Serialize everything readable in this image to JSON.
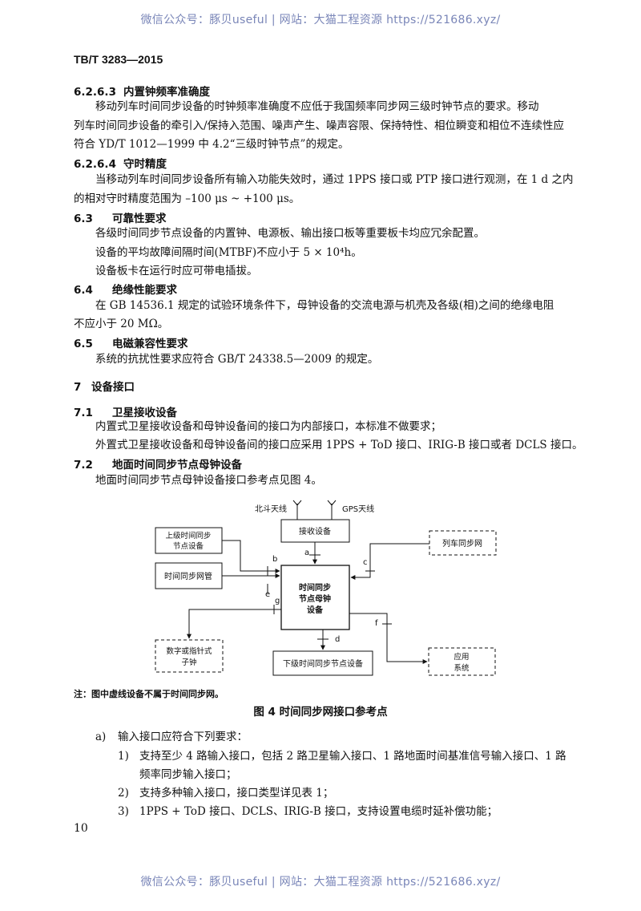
{
  "watermark": {
    "top": "微信公众号：豚贝useful  |  网站：大猫工程资源  https://521686.xyz/",
    "bottom": "微信公众号：豚贝useful  |  网站：大猫工程资源  https://521686.xyz/"
  },
  "header": {
    "standard_code": "TB/T 3283—2015"
  },
  "sections": {
    "s6263": {
      "num": "6.2.6.3",
      "title": "内置钟频率准确度",
      "lines": [
        "移动列车时间同步设备的时钟频率准确度不应低于我国频率同步网三级时钟节点的要求。移动",
        "列车时间同步设备的牵引入/保持入范围、噪声产生、噪声容限、保持特性、相位瞬变和相位不连续性应",
        "符合 YD/T 1012—1999 中 4.2“三级时钟节点”的规定。"
      ]
    },
    "s6264": {
      "num": "6.2.6.4",
      "title": "守时精度",
      "lines": [
        "当移动列车时间同步设备所有输入功能失效时，通过 1PPS 接口或 PTP 接口进行观测，在 1 d 之内",
        "的相对守时精度范围为 –100 μs ~ +100 μs。"
      ]
    },
    "s63": {
      "num": "6.3",
      "title": "可靠性要求",
      "lines": [
        "各级时间同步节点设备的内置钟、电源板、输出接口板等重要板卡均应冗余配置。",
        "设备的平均故障间隔时间(MTBF)不应小于 5 × 10⁴h。",
        "设备板卡在运行时应可带电插拔。"
      ]
    },
    "s64": {
      "num": "6.4",
      "title": "绝缘性能要求",
      "lines": [
        "在 GB 14536.1 规定的试验环境条件下，母钟设备的交流电源与机壳及各级(相)之间的绝缘电阻",
        "不应小于 20 MΩ。"
      ]
    },
    "s65": {
      "num": "6.5",
      "title": "电磁兼容性要求",
      "lines": [
        "系统的抗扰性要求应符合 GB/T 24338.5—2009 的规定。"
      ]
    },
    "s7": {
      "num": "7",
      "title": "设备接口"
    },
    "s71": {
      "num": "7.1",
      "title": "卫星接收设备",
      "lines": [
        "内置式卫星接收设备和母钟设备间的接口为内部接口，本标准不做要求；",
        "外置式卫星接收设备和母钟设备间的接口应采用 1PPS + ToD 接口、IRIG-B 接口或者 DCLS 接口。"
      ]
    },
    "s72": {
      "num": "7.2",
      "title": "地面时间同步节点母钟设备",
      "lines": [
        "地面时间同步节点母钟设备接口参考点见图 4。"
      ]
    }
  },
  "figure": {
    "labels": {
      "beidou": "北斗天线",
      "gps": "GPS天线",
      "receiver": "接收设备",
      "upper1": "上级时间同步",
      "upper2": "节点设备",
      "train": "列车同步网",
      "monitor": "时间同步网管",
      "master1": "时间同步",
      "master2": "节点母钟",
      "master3": "设备",
      "clock1": "数字或指针式",
      "clock2": "子钟",
      "lower": "下级时间同步节点设备",
      "app1": "应用",
      "app2": "系统",
      "a": "a",
      "b": "b",
      "c": "c",
      "d": "d",
      "e": "e",
      "f": "f",
      "g": "g"
    },
    "note": "注：图中虚线设备不属于时间同步网。",
    "caption": "图 4    时间同步网接口参考点"
  },
  "list": {
    "a_label": "a)",
    "a_text": "输入接口应符合下列要求：",
    "items": [
      {
        "num": "1)",
        "line1": "支持至少 4 路输入接口，包括 2 路卫星输入接口、1 路地面时间基准信号输入接口、1 路",
        "line2": "频率同步输入接口；"
      },
      {
        "num": "2)",
        "line1": "支持多种输入接口，接口类型详见表 1；"
      },
      {
        "num": "3)",
        "line1": "1PPS + ToD 接口、DCLS、IRIG-B 接口，支持设置电缆时延补偿功能；"
      }
    ]
  },
  "footer": {
    "page_number": "10"
  }
}
